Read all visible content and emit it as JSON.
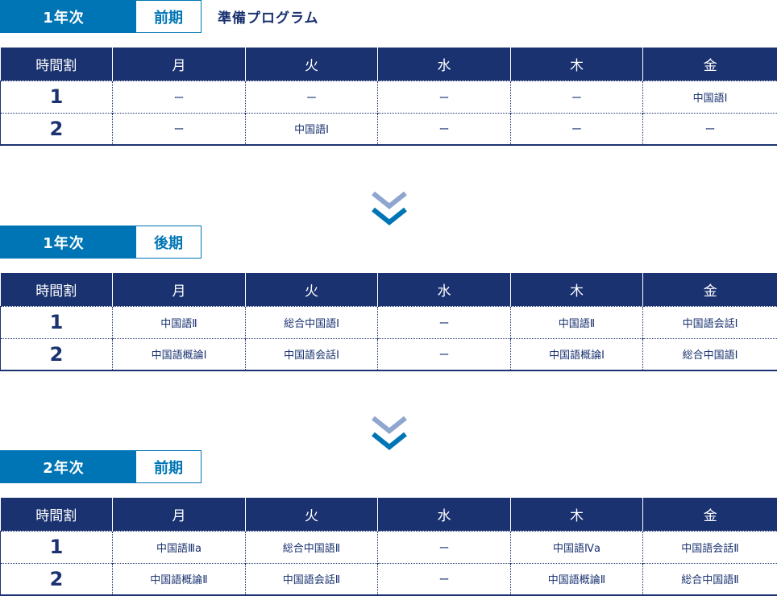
{
  "colors": {
    "accent": "#0075b5",
    "navy": "#1a3270",
    "arrow_light": "#8fa6cf"
  },
  "headers": [
    "時間割",
    "月",
    "火",
    "水",
    "木",
    "金"
  ],
  "sections": [
    {
      "year": "1年次",
      "term": "前期",
      "program": "準備プログラム",
      "rows": [
        [
          "1",
          "ー",
          "ー",
          "ー",
          "ー",
          "中国語Ⅰ"
        ],
        [
          "2",
          "ー",
          "中国語Ⅰ",
          "ー",
          "ー",
          "ー"
        ]
      ]
    },
    {
      "year": "1年次",
      "term": "後期",
      "program": "",
      "rows": [
        [
          "1",
          "中国語Ⅱ",
          "総合中国語Ⅰ",
          "ー",
          "中国語Ⅱ",
          "中国語会話Ⅰ"
        ],
        [
          "2",
          "中国語概論Ⅰ",
          "中国語会話Ⅰ",
          "ー",
          "中国語概論Ⅰ",
          "総合中国語Ⅰ"
        ]
      ]
    },
    {
      "year": "2年次",
      "term": "前期",
      "program": "",
      "rows": [
        [
          "1",
          "中国語Ⅲa",
          "総合中国語Ⅱ",
          "ー",
          "中国語Ⅳa",
          "中国語会話Ⅱ"
        ],
        [
          "2",
          "中国語概論Ⅱ",
          "中国語会話Ⅱ",
          "ー",
          "中国語概論Ⅱ",
          "総合中国語Ⅱ"
        ]
      ]
    }
  ]
}
